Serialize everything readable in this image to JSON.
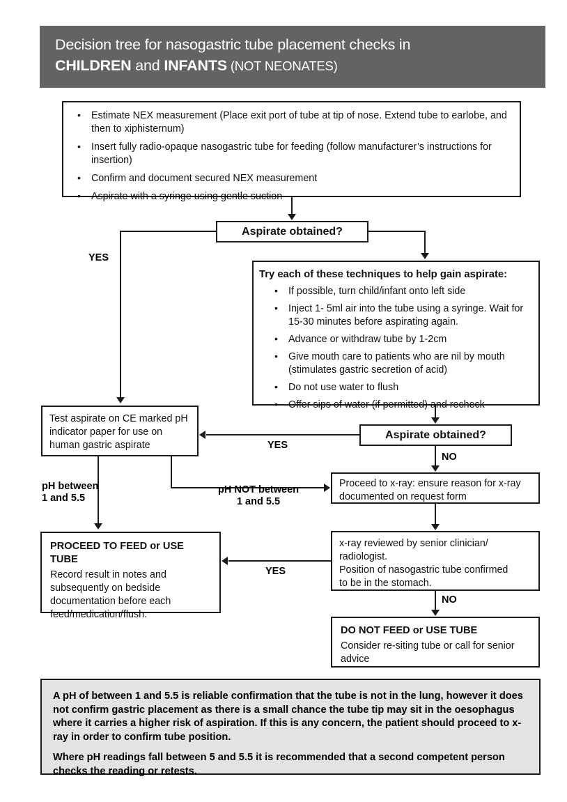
{
  "header": {
    "line1": "Decision tree for nasogastric tube placement checks in",
    "line2_bold_a": "CHILDREN",
    "line2_mid": " and ",
    "line2_bold_b": "INFANTS",
    "line2_small": " (NOT NEONATES)"
  },
  "steps_box": {
    "items": [
      "Estimate NEX measurement (Place exit port of tube at tip of nose. Extend tube to earlobe, and then to xiphisternum)",
      "Insert fully radio-opaque nasogastric tube for feeding (follow manufacturer’s instructions for insertion)",
      "Confirm and document secured NEX measurement",
      "Aspirate with a syringe using gentle suction"
    ]
  },
  "decision1": {
    "label": "Aspirate obtained?"
  },
  "decision2": {
    "label": "Aspirate obtained?"
  },
  "techniques_box": {
    "title": "Try each of these techniques to help gain aspirate:",
    "items": [
      "If possible, turn child/infant onto left side",
      "Inject 1- 5ml air into the tube using a syringe. Wait for 15-30 minutes before aspirating again.",
      "Advance or withdraw tube by 1-2cm",
      "Give mouth care to patients who are nil by mouth (stimulates gastric secretion of acid)",
      "Do not use water to flush",
      "Offer sips of water (if permitted) and recheck"
    ]
  },
  "test_aspirate_box": {
    "text": "Test aspirate on CE marked pH indicator paper for use on human gastric aspirate"
  },
  "xray_request_box": {
    "text": "Proceed to x-ray: ensure reason for x-ray documented on request form"
  },
  "proceed_feed_box": {
    "heading": "PROCEED TO FEED or USE TUBE",
    "body": "Record result in notes and subsequently on bedside documentation before each feed/medication/flush."
  },
  "xray_reviewed_box": {
    "line1": "x-ray reviewed by senior clinician/",
    "line2": "radiologist.",
    "line3": "Position of nasogastric tube confirmed",
    "line4": "to be in the stomach."
  },
  "do_not_feed_box": {
    "heading": "DO NOT FEED or USE TUBE",
    "body": "Consider re-siting tube or call for senior advice"
  },
  "edge_labels": {
    "yes_top_left": "YES",
    "yes_mid": "YES",
    "no_mid": "NO",
    "ph_between": "pH between\n1 and 5.5",
    "ph_not_between": "pH NOT between\n1 and 5.5",
    "yes_bottom": "YES",
    "no_bottom": "NO"
  },
  "footnote": {
    "paragraph1": "A pH of between 1 and 5.5 is reliable confirmation that the tube is not in the lung, however it does not confirm gastric placement as there is a small chance the tube tip may sit in the oesophagus where it carries a higher risk of aspiration. If this is any concern, the patient should proceed to x-ray in order to confirm tube position.",
    "paragraph2": "Where pH readings fall between 5 and 5.5 it is recommended that a second competent person checks the reading or retests."
  },
  "colors": {
    "header_bg": "#636363",
    "footnote_bg": "#e3e3e3",
    "stroke": "#1a1a1a",
    "page_bg": "#ffffff"
  }
}
